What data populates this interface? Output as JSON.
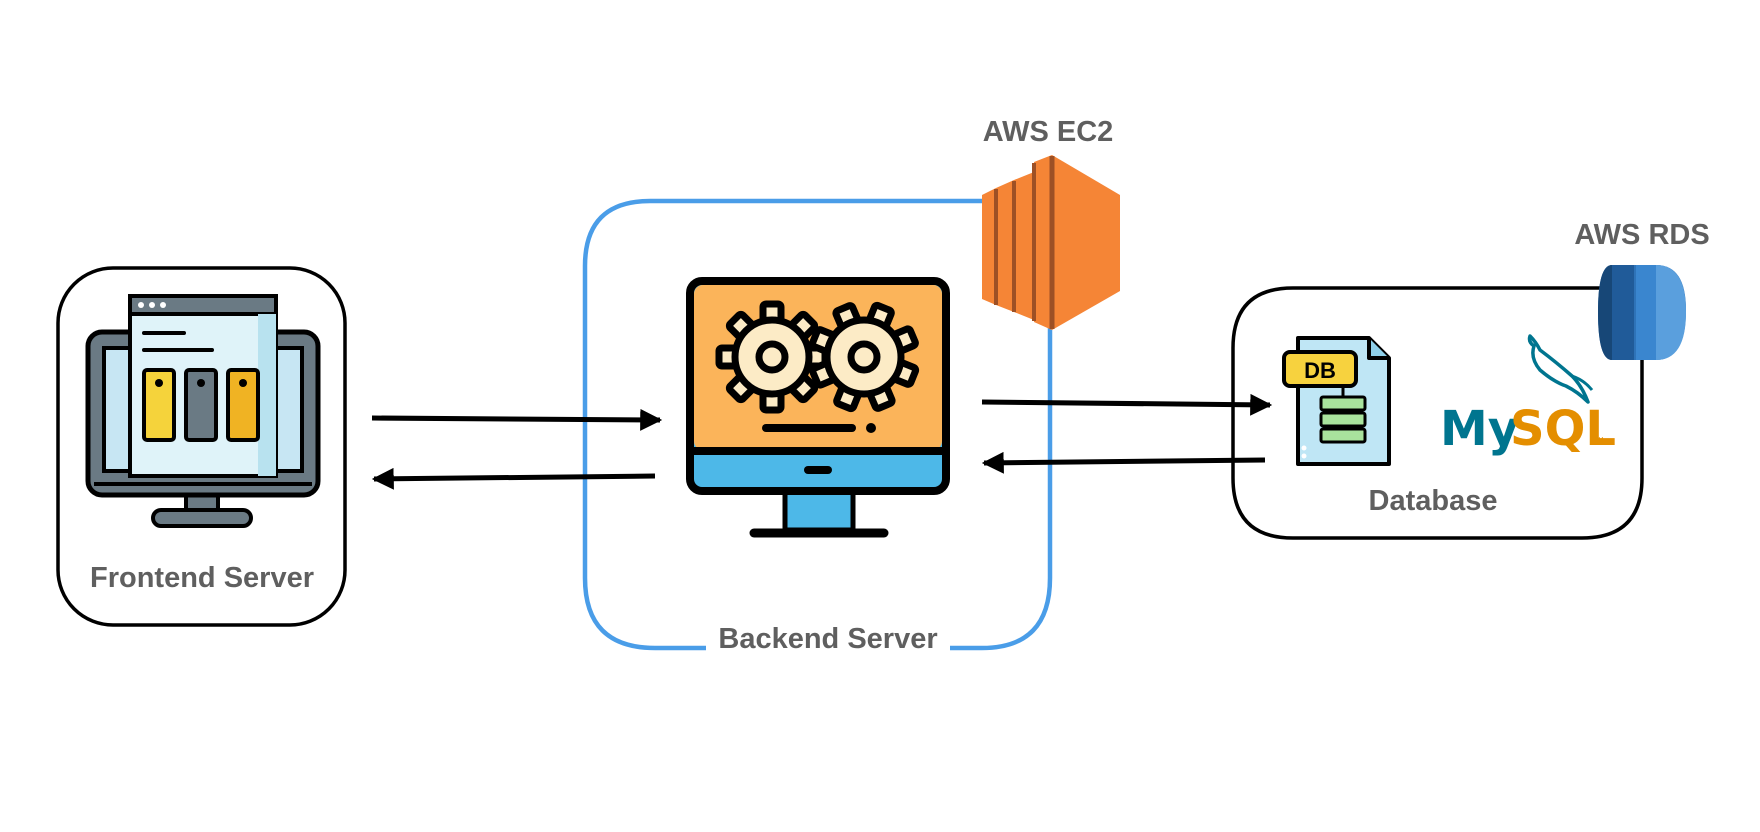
{
  "labels": {
    "frontend": "Frontend Server",
    "backend": "Backend Server",
    "database": "Database",
    "ec2": "AWS EC2",
    "rds": "AWS RDS",
    "db_tag": "DB",
    "mysql_my": "My",
    "mysql_sql": "SQL",
    "mysql_tm": "™"
  },
  "colors": {
    "label_gray": "#5f5f5f",
    "backend_border": "#4a9de8",
    "box_border": "#000000",
    "ec2_orange": "#f58536",
    "ec2_dark": "#9d5025",
    "rds_blue": "#2e73b8",
    "rds_dark": "#205b99",
    "mysql_blue": "#00758f",
    "mysql_orange": "#e48e00",
    "monitor_screen_orange": "#fbb45a",
    "monitor_bar_blue": "#4db8e8"
  },
  "icons": {
    "frontend": "browser-monitor-icon",
    "backend": "gear-monitor-icon",
    "database": "db-file-icon",
    "ec2": "aws-ec2-icon",
    "rds": "aws-rds-icon",
    "mysql": "mysql-logo"
  }
}
